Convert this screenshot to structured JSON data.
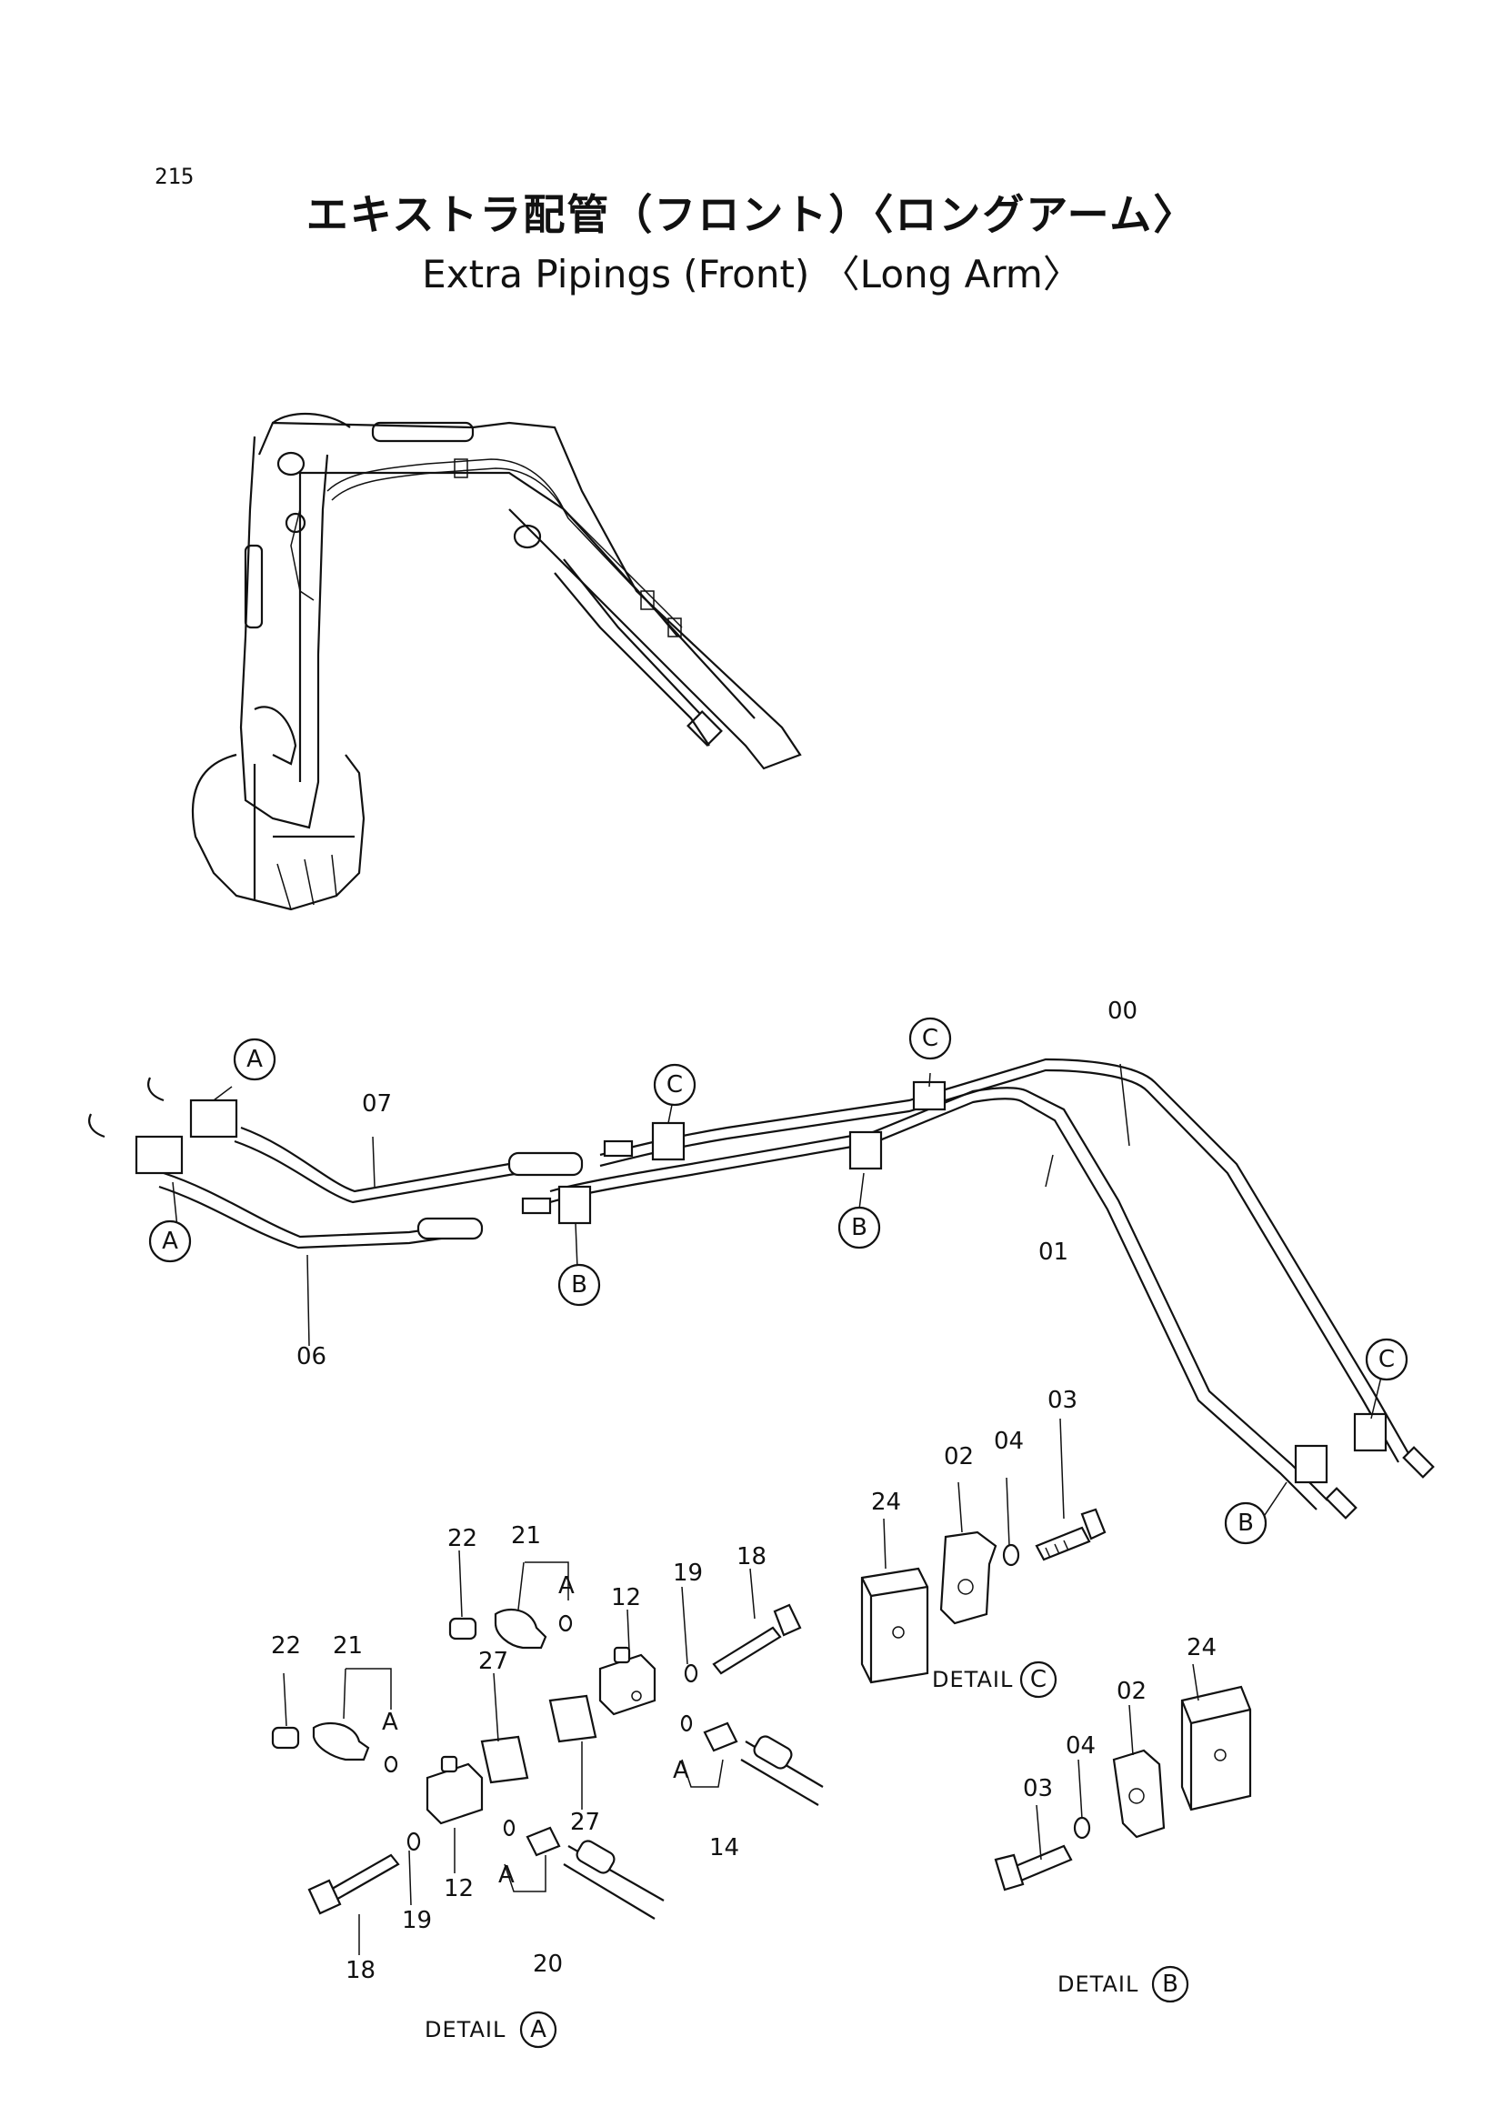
{
  "header": {
    "page_number": "215",
    "title_jp": "エキストラ配管（フロント）〈ロングアーム〉",
    "title_en": "Extra Pipings (Front) 〈Long Arm〉"
  },
  "callouts": {
    "a": "A",
    "b": "B",
    "c": "C"
  },
  "parts": {
    "p00": "00",
    "p01": "01",
    "p02": "02",
    "p03": "03",
    "p04": "04",
    "p06": "06",
    "p07": "07",
    "p12": "12",
    "p14": "14",
    "p18": "18",
    "p19": "19",
    "p20": "20",
    "p21": "21",
    "p22": "22",
    "p24": "24",
    "p27": "27"
  },
  "details": {
    "detail_word": "DETAIL"
  }
}
